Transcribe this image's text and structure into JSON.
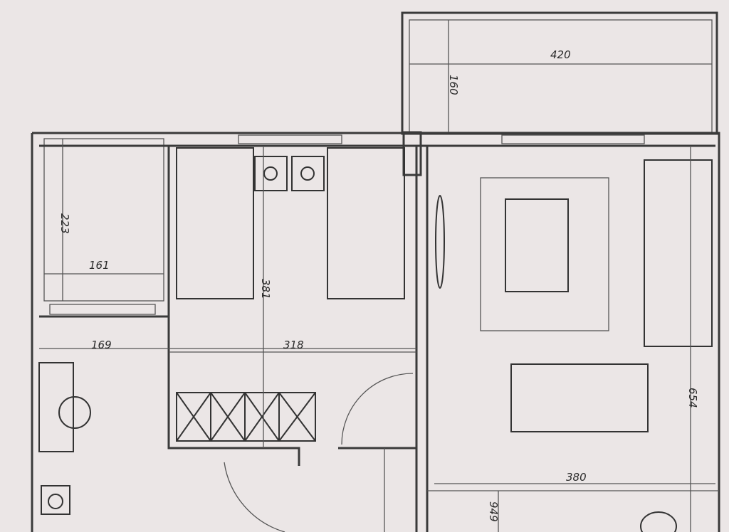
{
  "plan": {
    "dimensions": {
      "balcony_width": "420",
      "balcony_depth": "160",
      "bath_height": "223",
      "bath_width": "161",
      "bedroom_height": "381",
      "hall_width": "169",
      "bedroom_width": "318",
      "living_width": "380",
      "living_height": "654",
      "lower_height": "949"
    },
    "colors": {
      "paper": "#ebe6e6",
      "ink": "#3a3a3a"
    }
  }
}
